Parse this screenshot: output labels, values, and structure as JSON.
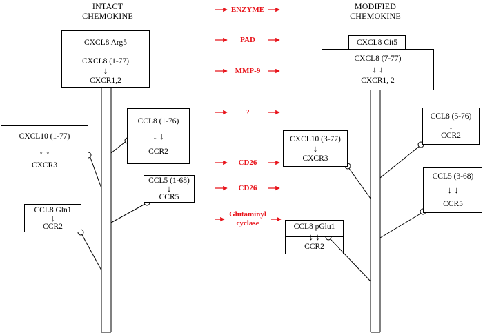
{
  "headers": {
    "left": [
      "INTACT",
      "CHEMOKINE"
    ],
    "right": [
      "MODIFIED",
      "CHEMOKINE"
    ]
  },
  "enzymes": [
    "ENZYME",
    "PAD",
    "MMP-9",
    "?",
    "CD26",
    "CD26",
    "Glutaminyl cyclase"
  ],
  "intact": {
    "cxcl8": {
      "top": "CXCL8 Arg5",
      "name": "CXCL8 (1-77)",
      "receptor": "CXCR1,2"
    },
    "ccl8": {
      "name": "CCL8 (1-76)",
      "receptor": "CCR2"
    },
    "cxcl10": {
      "name": "CXCL10 (1-77)",
      "receptor": "CXCR3"
    },
    "ccl5": {
      "name": "CCL5 (1-68)",
      "receptor": "CCR5"
    },
    "ccl8gln": {
      "name": "CCL8 Gln1",
      "receptor": "CCR2"
    }
  },
  "modified": {
    "cxcl8": {
      "top": "CXCL8 Cit5",
      "name": "CXCL8 (7-77)",
      "receptor": "CXCR1, 2"
    },
    "ccl8": {
      "name": "CCL8 (5-76)",
      "receptor": "CCR2"
    },
    "cxcl10": {
      "name": "CXCL10 (3-77)",
      "receptor": "CXCR3"
    },
    "ccl5": {
      "name": "CCL5 (3-68)",
      "receptor": "CCR5"
    },
    "ccl8pglu": {
      "name": "CCL8 pGlu1",
      "receptor": "CCR2"
    }
  },
  "arrows": {
    "single": "↓",
    "double": "↓ ↓"
  },
  "colors": {
    "enzyme": "#e8141b",
    "line": "#000000"
  }
}
